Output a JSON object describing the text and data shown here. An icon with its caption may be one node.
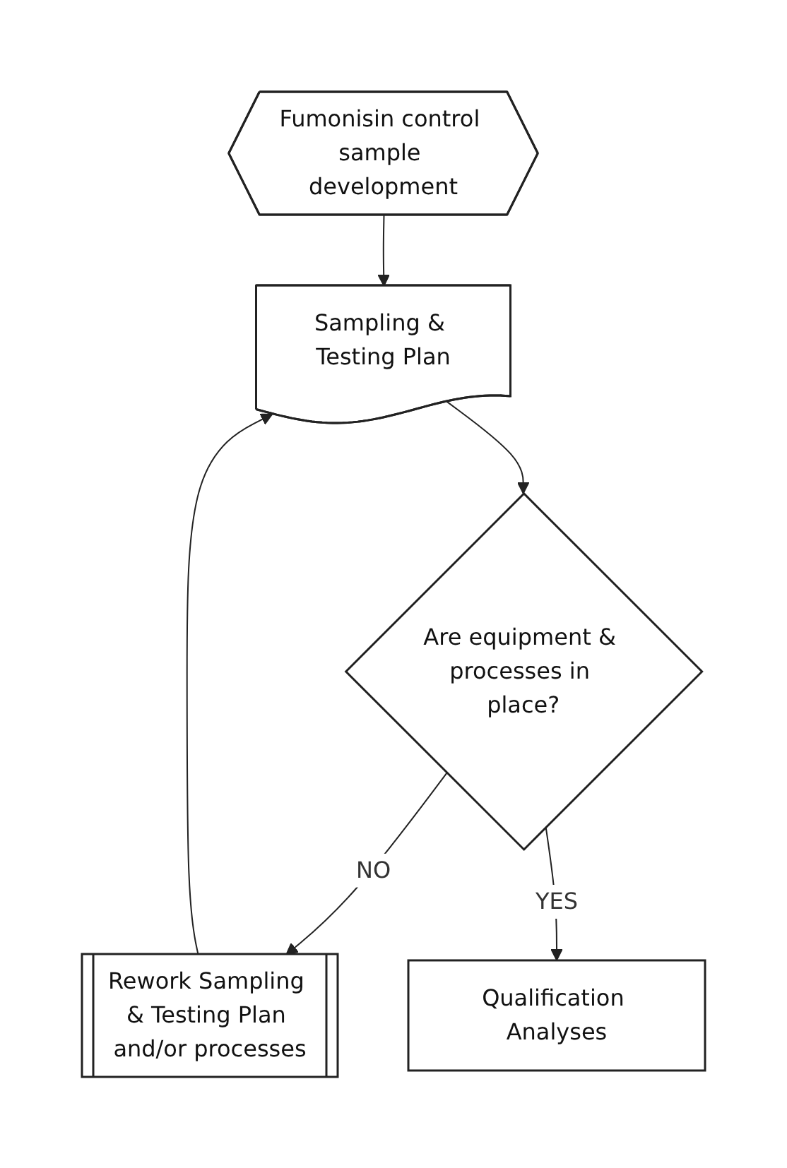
{
  "diagram": {
    "nodes": [
      {
        "text": [
          "Fumonisin control sample development"
        ]
      },
      {
        "text": [
          "Rework Sampling & Testing Plan and/or processes"
        ]
      },
      {
        "text": [
          "Sampling & Testing Plan"
        ]
      },
      {
        "text": [
          "Are equipment & processes in place?"
        ]
      },
      {
        "text": [
          "Qualification Analyses"
        ]
      }
    ],
    "edges": [
      {
        "from": 0,
        "to": 2,
        "arrow": "to"
      },
      {
        "from": 1,
        "to": 2,
        "arrow": "to"
      },
      {
        "from": 2,
        "to": 3,
        "arrow": "to"
      },
      {
        "from": 3,
        "to": 1,
        "arrow": "to",
        "label": "NO"
      },
      {
        "from": 3,
        "to": 4,
        "arrow": "to",
        "label": "YES"
      }
    ]
  }
}
